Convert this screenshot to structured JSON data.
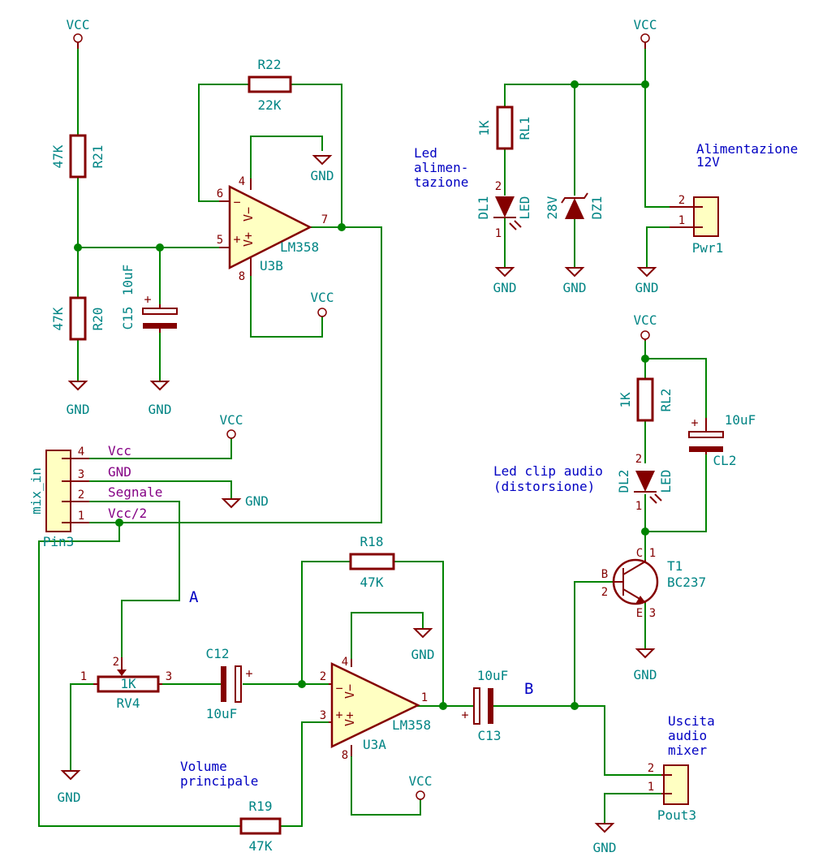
{
  "power": {
    "vcc": "VCC",
    "gnd": "GND"
  },
  "r21": {
    "ref": "R21",
    "value": "47K"
  },
  "r20": {
    "ref": "R20",
    "value": "47K"
  },
  "r22": {
    "ref": "R22",
    "value": "22K"
  },
  "r18": {
    "ref": "R18",
    "value": "47K"
  },
  "r19": {
    "ref": "R19",
    "value": "47K"
  },
  "rl1": {
    "ref": "RL1",
    "value": "1K"
  },
  "rl2": {
    "ref": "RL2",
    "value": "1K"
  },
  "rv4": {
    "ref": "RV4",
    "value": "1K"
  },
  "c15": {
    "ref": "C15",
    "value": "10uF"
  },
  "c12": {
    "ref": "C12",
    "value": "10uF"
  },
  "c13": {
    "ref": "C13",
    "value": "10uF"
  },
  "cl2": {
    "ref": "CL2",
    "value": "10uF"
  },
  "u3b": {
    "ref": "U3B",
    "value": "LM358"
  },
  "u3a": {
    "ref": "U3A",
    "value": "LM358"
  },
  "dl1": {
    "ref": "DL1",
    "value": "LED"
  },
  "dl2": {
    "ref": "DL2",
    "value": "LED"
  },
  "dz1": {
    "ref": "DZ1",
    "value": "28V"
  },
  "t1": {
    "ref": "T1",
    "value": "BC237",
    "pin_b": "B",
    "pin_c": "C",
    "pin_e": "E"
  },
  "pwr1": {
    "ref": "Pwr1"
  },
  "pout3": {
    "ref": "Pout3"
  },
  "pin3": {
    "ref": "Pin3",
    "value": "mix_in",
    "nets": [
      "Vcc",
      "GND",
      "Segnale",
      "Vcc/2"
    ]
  },
  "opamp_pins": {
    "plus": "+",
    "minus": "−",
    "vplus": "V+",
    "vminus": "V−"
  },
  "notes": {
    "led_power": [
      "Led",
      "alimen-",
      "tazione"
    ],
    "power_supply": [
      "Alimentazione",
      "12V"
    ],
    "led_clip": [
      "Led clip audio",
      "(distorsione)"
    ],
    "volume": [
      "Volume",
      "principale"
    ],
    "mixer_out": [
      "Uscita",
      "audio",
      "mixer"
    ],
    "label_a": "A",
    "label_b": "B"
  },
  "colors": {
    "wire": "#008400",
    "component": "#840000",
    "opamp_fill": "#ffffc2",
    "field_text": "#008484",
    "net_label": "#840084",
    "note_text": "#0000c2"
  }
}
